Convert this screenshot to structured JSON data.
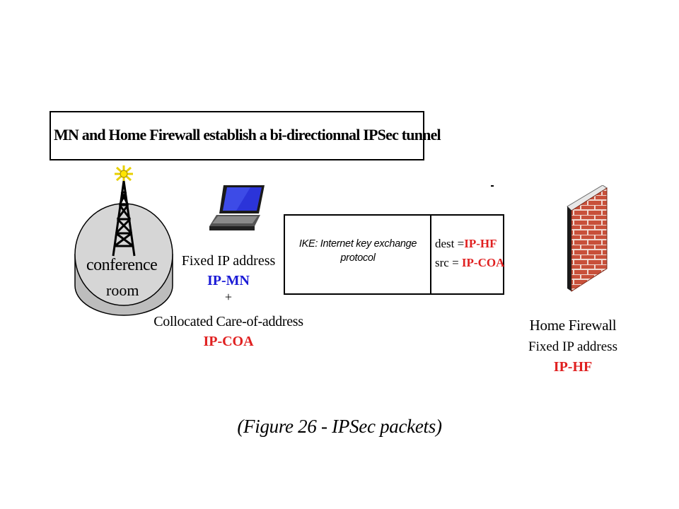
{
  "title": "MN and Home Firewall establish a bi-directionnal IPSec tunnel",
  "conference_room": {
    "line1": "conference",
    "line2": "room"
  },
  "mobile_node": {
    "fixed_ip_label": "Fixed IP address",
    "ip_mn": "IP-MN",
    "plus": "+",
    "coa_label": "Collocated Care-of-address",
    "ip_coa": "IP-COA"
  },
  "packet": {
    "ike_text": "IKE: Internet key exchange protocol",
    "dest_label": "dest =",
    "dest_value": "IP-HF",
    "src_label": "src =",
    "src_value": "IP-COA"
  },
  "home_firewall": {
    "title": "Home Firewall",
    "fixed_ip_label": "Fixed IP address",
    "ip_hf": "IP-HF"
  },
  "caption": "(Figure 26 - IPSec packets)",
  "colors": {
    "blue_label": "#1a1ad6",
    "red_label": "#e02020",
    "brick": "#c8503a",
    "disc": "#d0d0d0"
  },
  "icons": [
    "antenna-tower-icon",
    "laptop-icon",
    "firewall-brick-wall-icon"
  ]
}
